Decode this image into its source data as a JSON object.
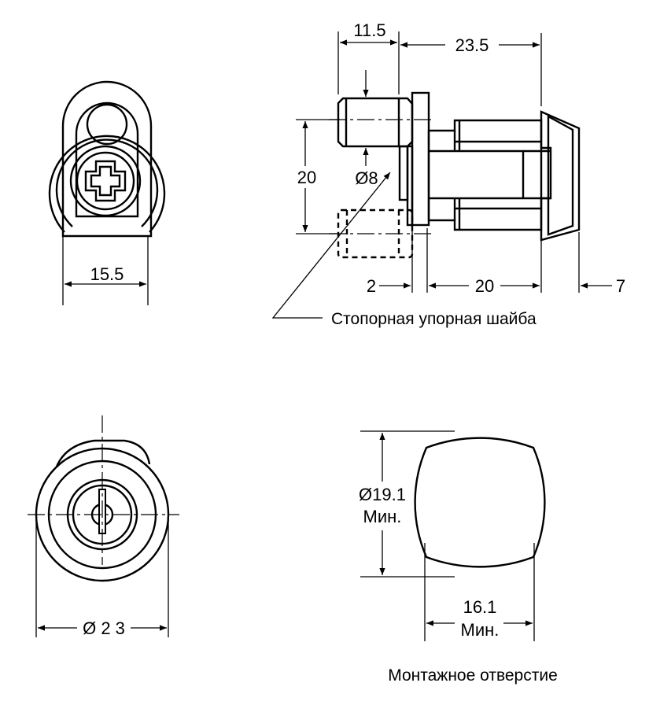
{
  "dimensions": {
    "d_11_5": "11.5",
    "d_23_5": "23.5",
    "d_20_height": "20",
    "d_dia8": "Ø8",
    "d_2": "2",
    "d_20_length": "20",
    "d_7": "7",
    "d_15_5": "15.5",
    "d_dia23": "Ø 2 3",
    "d_dia19_1": "Ø19.1",
    "d_dia19_1_min": "Мин.",
    "d_16_1": "16.1",
    "d_16_1_min": "Мин."
  },
  "labels": {
    "washer": "Стопорная упорная шайба",
    "mounting_hole": "Монтажное отверстие"
  }
}
